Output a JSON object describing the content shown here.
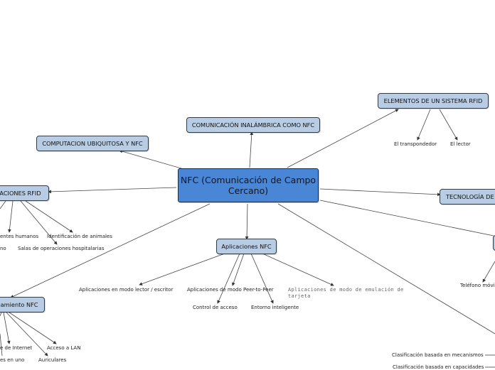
{
  "map": {
    "central": "NFC (Comunicación de Campo Cercano)",
    "topics": {
      "comunicacion": "COMUNICACIÓN INALÁMBRICA COMO NFC",
      "elementos": "ELEMENTOS DE UN SISTEMA RFID",
      "ubicua": "COMPUTACION UBIQUITOSA Y NFC",
      "rfid": "ACIONES RFID",
      "tecnologia": "TECNOLOGÍA DE",
      "aplicaciones": "Aplicaciones NFC",
      "funcionamiento": "namiento NFC"
    },
    "elementos_items": [
      "El transpondedor",
      "El lector"
    ],
    "rfid_items": [
      "entes humanos",
      "Identificación de animales",
      "no",
      "Salas de operaciones hospitalarias"
    ],
    "aplicaciones_items": {
      "lector": "Aplicaciones en modo lector / escritor",
      "p2p": "Aplicaciones de modo Peer-to-Peer",
      "emulacion": "Aplicaciones de modo de emulación de tarjeta",
      "acceso": "Control de acceso",
      "entorno": "Entorno inteligente"
    },
    "funcionamiento_items": [
      "e de Internet",
      "Acceso a LAN",
      "es en uno",
      "Auriculares"
    ],
    "right_items": [
      "Teléfono móvil"
    ],
    "clasificacion_items": [
      "Clasificación basada en mecanismos",
      "Clasificación basada en capacidades"
    ]
  }
}
